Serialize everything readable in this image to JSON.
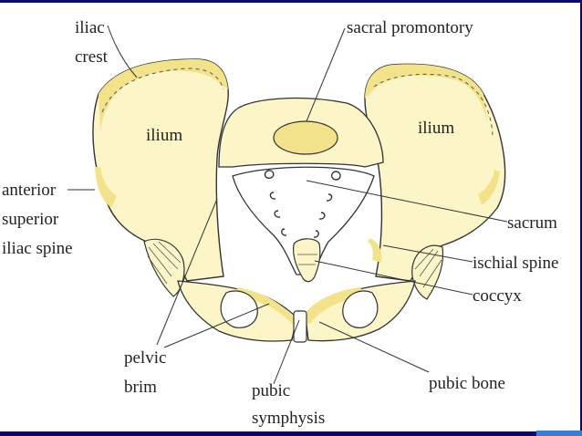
{
  "labels": {
    "iliac": "iliac",
    "crest": "crest",
    "sacral_promontory": "sacral promontory",
    "ilium_left": "ilium",
    "ilium_right": "ilium",
    "anterior": "anterior",
    "superior": "superior",
    "iliac_spine": "iliac spine",
    "sacrum": "sacrum",
    "ischial_spine": "ischial spine",
    "coccyx": "coccyx",
    "pelvic": "pelvic",
    "brim": "brim",
    "pubic": "pubic",
    "symphysis": "symphysis",
    "pubic_bone": "pubic bone"
  },
  "colors": {
    "frame": "#0a0a6e",
    "bone_fill": "#fbf5c8",
    "bone_highlight": "#f2e38a",
    "outline": "#333333",
    "accent_strip": "#3a7bd5"
  }
}
